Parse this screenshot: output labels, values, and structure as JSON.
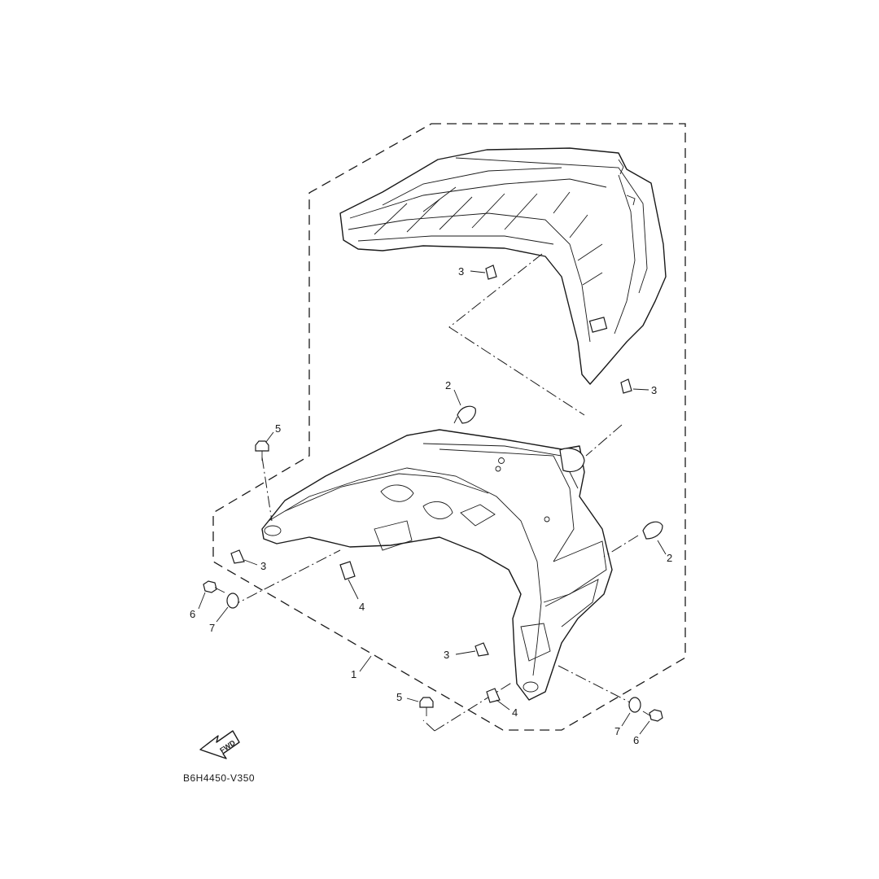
{
  "diagram": {
    "part_code": "B6H4450-V350",
    "fwd_label": "FWD",
    "callouts": [
      {
        "id": "c3a",
        "label": "3"
      },
      {
        "id": "c3b",
        "label": "3"
      },
      {
        "id": "c2a",
        "label": "2"
      },
      {
        "id": "c5a",
        "label": "5"
      },
      {
        "id": "c2b",
        "label": "2"
      },
      {
        "id": "c3c",
        "label": "3"
      },
      {
        "id": "c4a",
        "label": "4"
      },
      {
        "id": "c6a",
        "label": "6"
      },
      {
        "id": "c7a",
        "label": "7"
      },
      {
        "id": "c3d",
        "label": "3"
      },
      {
        "id": "c1",
        "label": "1"
      },
      {
        "id": "c5b",
        "label": "5"
      },
      {
        "id": "c4b",
        "label": "4"
      },
      {
        "id": "c7b",
        "label": "7"
      },
      {
        "id": "c6b",
        "label": "6"
      }
    ]
  }
}
